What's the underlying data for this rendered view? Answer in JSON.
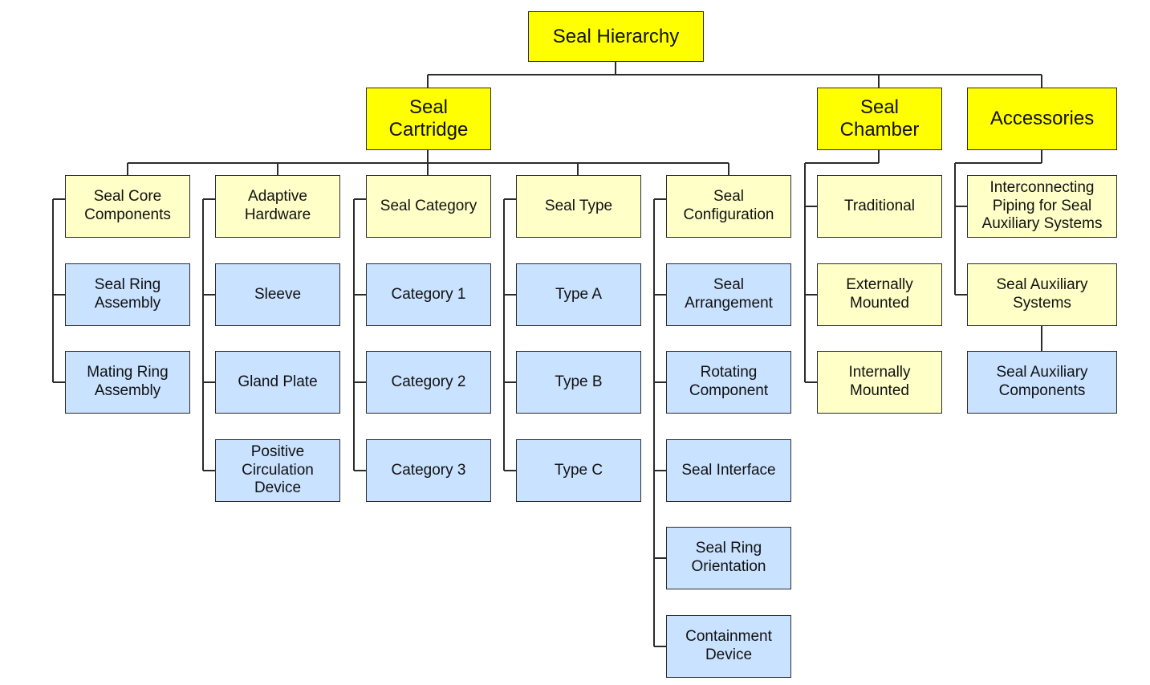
{
  "colors": {
    "primary": "#ffff00",
    "secondary": "#ffffc8",
    "leaf": "#c9e2ff",
    "line": "#2b2b2b"
  },
  "root": "Seal Hierarchy",
  "top": {
    "seal_cartridge": "Seal\nCartridge",
    "seal_chamber": "Seal\nChamber",
    "accessories": "Accessories"
  },
  "cartridge": {
    "core": {
      "title": "Seal Core\nComponents",
      "items": [
        "Seal Ring\nAssembly",
        "Mating Ring\nAssembly"
      ]
    },
    "adaptive": {
      "title": "Adaptive\nHardware",
      "items": [
        "Sleeve",
        "Gland Plate",
        "Positive\nCirculation\nDevice"
      ]
    },
    "category": {
      "title": "Seal Category",
      "items": [
        "Category 1",
        "Category 2",
        "Category 3"
      ]
    },
    "type": {
      "title": "Seal Type",
      "items": [
        "Type A",
        "Type B",
        "Type C"
      ]
    },
    "configuration": {
      "title": "Seal\nConfiguration",
      "items": [
        "Seal\nArrangement",
        "Rotating\nComponent",
        "Seal Interface",
        "Seal Ring\nOrientation",
        "Containment\nDevice"
      ]
    }
  },
  "chamber": {
    "items": [
      "Traditional",
      "Externally\nMounted",
      "Internally\nMounted"
    ]
  },
  "accessory": {
    "piping": "Interconnecting\nPiping for Seal\nAuxiliary Systems",
    "aux_systems": "Seal Auxiliary\nSystems",
    "aux_components": "Seal Auxiliary\nComponents"
  }
}
